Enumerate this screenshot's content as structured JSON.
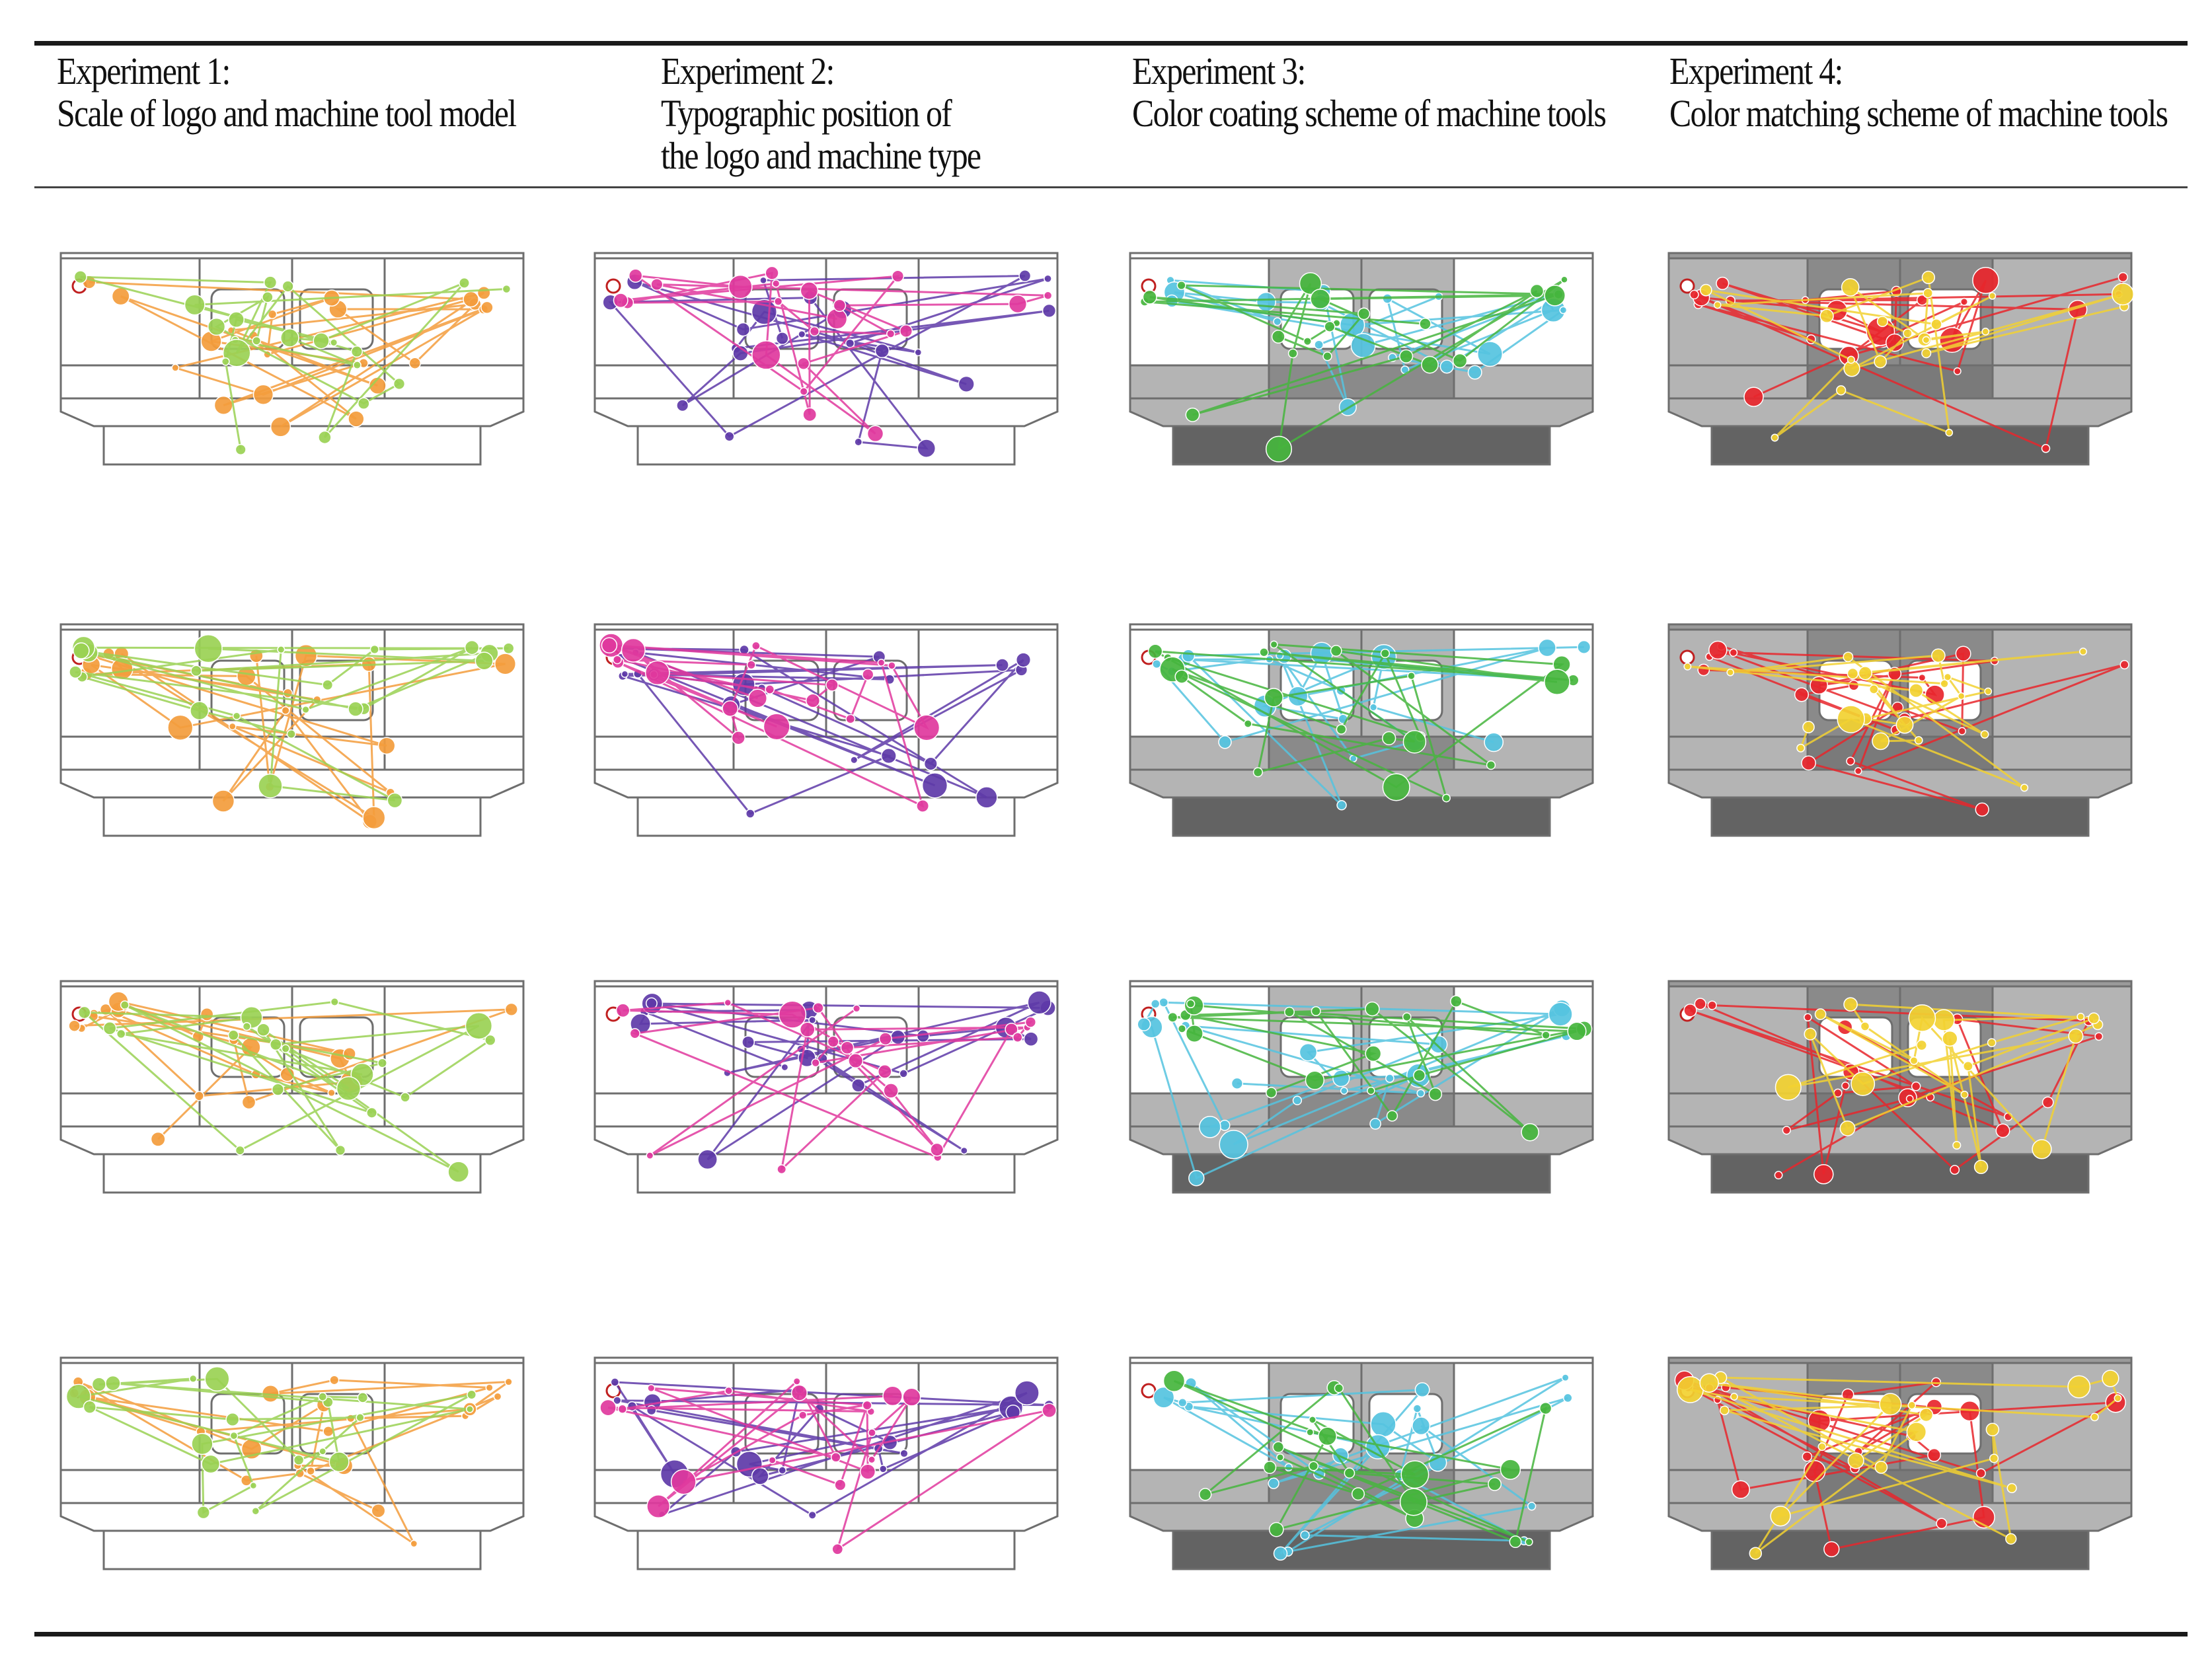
{
  "figure": {
    "columns": [
      {
        "title": "Experiment 1:",
        "lines": [
          "Scale of logo and machine tool model"
        ],
        "scheme": "white",
        "series": [
          {
            "name": "",
            "color": "#f39c3c"
          },
          {
            "name": "",
            "color": "#9ad154"
          }
        ]
      },
      {
        "title": "Experiment 2:",
        "lines": [
          "Typographic position of",
          "the logo and machine type"
        ],
        "scheme": "white",
        "series": [
          {
            "name": "",
            "color": "#5e3aa8"
          },
          {
            "name": "",
            "color": "#e0389d"
          }
        ]
      },
      {
        "title": "Experiment 3:",
        "lines": [
          "Color coating scheme of machine tools"
        ],
        "scheme": "gray-center",
        "series": [
          {
            "name": "",
            "color": "#55c3df"
          },
          {
            "name": "",
            "color": "#45b53d"
          }
        ]
      },
      {
        "title": "Experiment 4:",
        "lines": [
          "Color matching scheme of machine tools"
        ],
        "scheme": "gray-body",
        "series": [
          {
            "name": "",
            "color": "#e8262c"
          },
          {
            "name": "",
            "color": "#f2d131"
          }
        ]
      }
    ],
    "rows": 4,
    "colors": {
      "outline": "#6e6e6e",
      "gray_panel": "#b4b4b4",
      "dark_gray": "#636363",
      "window": "#ffffff"
    }
  }
}
